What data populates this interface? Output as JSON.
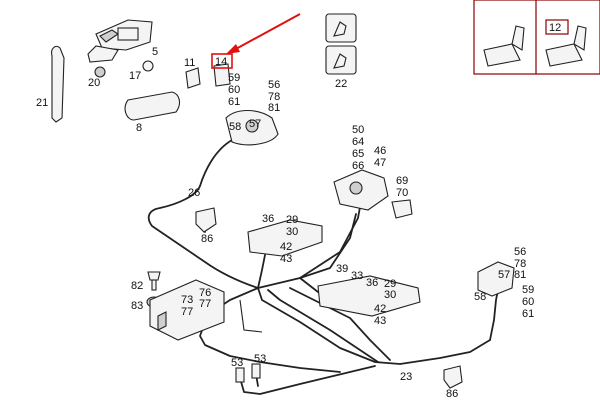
{
  "diagram": {
    "labels": {
      "p5": "5",
      "p20": "20",
      "p17": "17",
      "p21": "21",
      "p8": "8",
      "p11": "11",
      "p14": "14",
      "p22": "22",
      "p59a": "59",
      "p60a": "60",
      "p61a": "61",
      "p58a": "58",
      "p57a": "57",
      "p56a": "56",
      "p78a": "78",
      "p81a": "81",
      "p50": "50",
      "p64": "64",
      "p65": "65",
      "p66": "66",
      "p46": "46",
      "p47": "47",
      "p69": "69",
      "p70": "70",
      "p26": "26",
      "p86a": "86",
      "p36a": "36",
      "p29a": "29",
      "p30a": "30",
      "p42a": "42",
      "p43a": "43",
      "p39": "39",
      "p33": "33",
      "p36b": "36",
      "p29b": "29",
      "p30b": "30",
      "p42b": "42",
      "p43b": "43",
      "p56b": "56",
      "p78b": "78",
      "p81b": "81",
      "p57b": "57",
      "p58b": "58",
      "p59b": "59",
      "p60b": "60",
      "p61b": "61",
      "p82": "82",
      "p83": "83",
      "p76": "76",
      "p73": "73",
      "p77a": "77",
      "p77b": "77",
      "p53a": "53",
      "p53b": "53",
      "p23": "23",
      "p86b": "86",
      "inset_12": "12"
    },
    "highlight": {
      "color": "#e01010",
      "target": "14"
    }
  }
}
